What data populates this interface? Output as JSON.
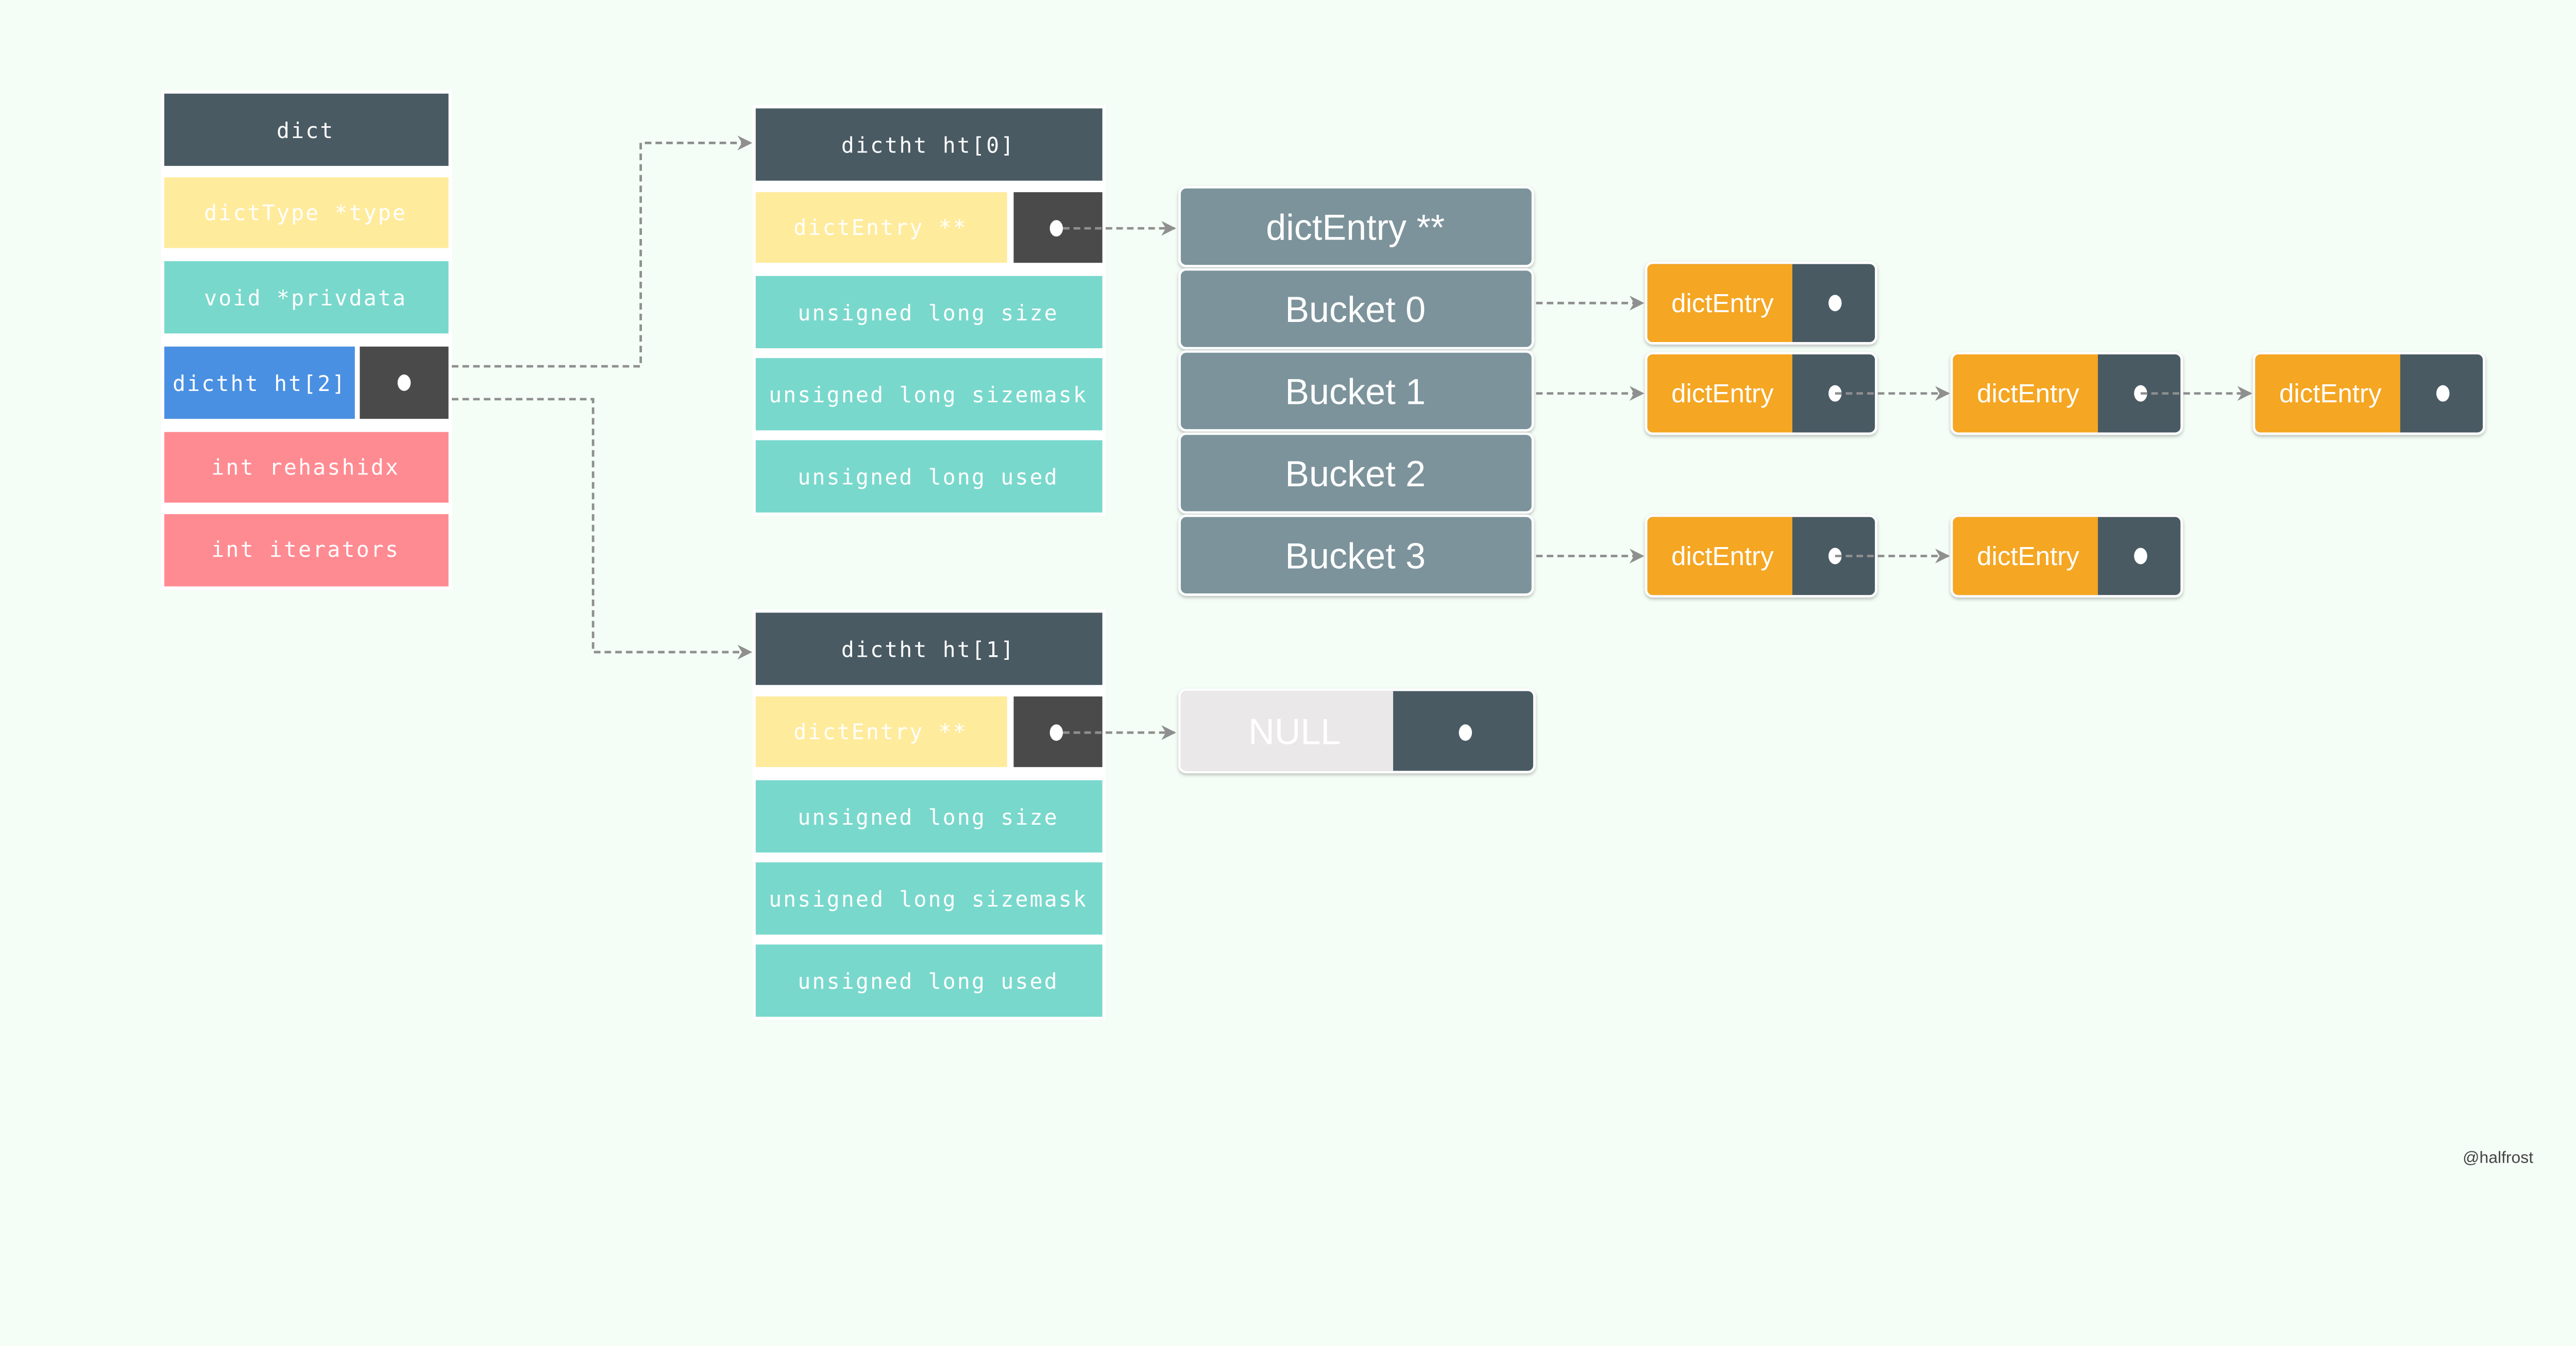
{
  "colors": {
    "background": "#f4fdf6",
    "header": "#495a63",
    "yellow": "#ffeb9c",
    "teal": "#79d8cc",
    "blue": "#4a90e2",
    "pointer": "#4a4a4a",
    "pink": "#ff8b92",
    "bucket": "#7b939b",
    "entry": "#f5a623",
    "null_fill": "#ebe8ea"
  },
  "dict": {
    "title": "dict",
    "fields": [
      "dictType *type",
      "void *privdata",
      "dictht ht[2]",
      "int rehashidx",
      "int iterators"
    ]
  },
  "ht0": {
    "title": "dictht ht[0]",
    "table": "dictEntry **",
    "fields": [
      "unsigned long size",
      "unsigned long sizemask",
      "unsigned long used"
    ]
  },
  "ht1": {
    "title": "dictht ht[1]",
    "table": "dictEntry **",
    "fields": [
      "unsigned long size",
      "unsigned long sizemask",
      "unsigned long used"
    ]
  },
  "buckets": {
    "header": "dictEntry **",
    "items": [
      "Bucket 0",
      "Bucket 1",
      "Bucket 2",
      "Bucket 3"
    ]
  },
  "entry_label": "dictEntry",
  "chains": [
    {
      "bucket": "Bucket 0",
      "length": 1
    },
    {
      "bucket": "Bucket 1",
      "length": 3
    },
    {
      "bucket": "Bucket 2",
      "length": 0
    },
    {
      "bucket": "Bucket 3",
      "length": 2
    }
  ],
  "null_label": "NULL",
  "watermark": "@halfrost"
}
